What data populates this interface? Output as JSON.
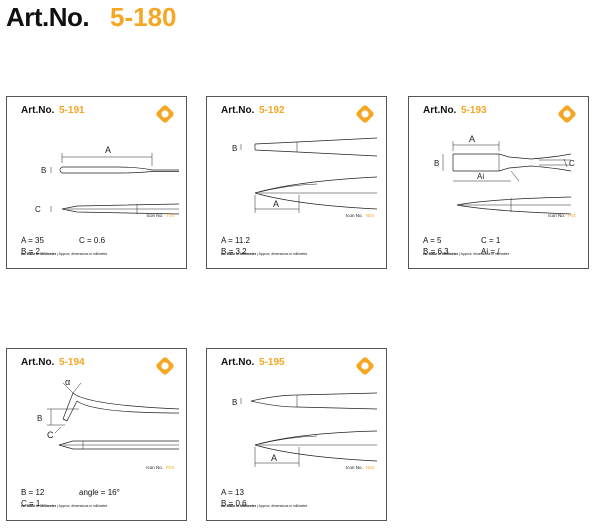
{
  "header": {
    "label": "Art.No.",
    "number": "5-180"
  },
  "colors": {
    "accent": "#f5a623",
    "text": "#111111",
    "outline": "#555555"
  },
  "cards": [
    {
      "title": "Art.No.",
      "number": "5-191",
      "icon_label": "Icon No.",
      "icon_code": "T04",
      "specs": [
        "A = 35",
        "C = 0.6",
        "B = 2"
      ],
      "dim_labels": [
        "A",
        "B",
        "C"
      ],
      "note_bold": "ca. Maße in Millimeter",
      "note_rest": " | Approx. dimensions in millimetre"
    },
    {
      "title": "Art.No.",
      "number": "5-192",
      "icon_label": "Icon No.",
      "icon_code": "N04",
      "specs": [
        "A = 11.2",
        "B = 3.2"
      ],
      "dim_labels": [
        "B",
        "A"
      ],
      "note_bold": "ca. Maße in Millimeter",
      "note_rest": " | Approx. dimensions in millimetre"
    },
    {
      "title": "Art.No.",
      "number": "5-193",
      "icon_label": "Icon No.",
      "icon_code": "P01",
      "specs": [
        "A = 5",
        "C = 1",
        "B = 6.3",
        "Ai = /"
      ],
      "dim_labels": [
        "A",
        "B",
        "C",
        "Ai"
      ],
      "note_bold": "ca. Maße in Millimeter",
      "note_rest": " | Approx. dimensions in millimetre"
    },
    {
      "title": "Art.No.",
      "number": "5-194",
      "icon_label": "Icon No.",
      "icon_code": "P03",
      "specs": [
        "B = 12",
        "angle = 16°",
        "C = 1"
      ],
      "dim_labels": [
        "α",
        "B",
        "C"
      ],
      "note_bold": "ca. Maße in Millimeter",
      "note_rest": " | Approx. dimensions in millimetre"
    },
    {
      "title": "Art.No.",
      "number": "5-195",
      "icon_label": "Icon No.",
      "icon_code": "N03",
      "specs": [
        "A = 13",
        "B = 0.6"
      ],
      "dim_labels": [
        "B",
        "A"
      ],
      "note_bold": "ca. Maße in Millimeter",
      "note_rest": " | Approx. dimensions in millimetre"
    }
  ]
}
